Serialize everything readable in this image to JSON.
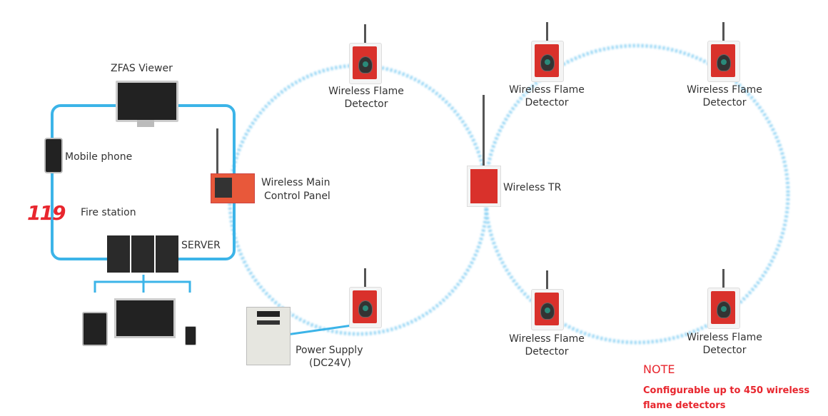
{
  "colors": {
    "link": "#3cb4e8",
    "wireless": "#8fd3f4",
    "accent": "#e8262e",
    "device_red": "#d9312b"
  },
  "labels": {
    "viewer": "ZFAS Viewer",
    "mobile": "Mobile phone",
    "fire_station": "Fire station",
    "server": "SERVER",
    "main_panel": [
      "Wireless Main",
      "Control Panel"
    ],
    "tr": "Wireless TR",
    "power": [
      "Power Supply",
      "(DC24V)"
    ],
    "detector": [
      "Wireless Flame",
      "Detector"
    ]
  },
  "logo": "119",
  "note": {
    "title": "NOTE",
    "text": [
      "Configurable up to 450 wireless",
      "flame detectors"
    ]
  }
}
